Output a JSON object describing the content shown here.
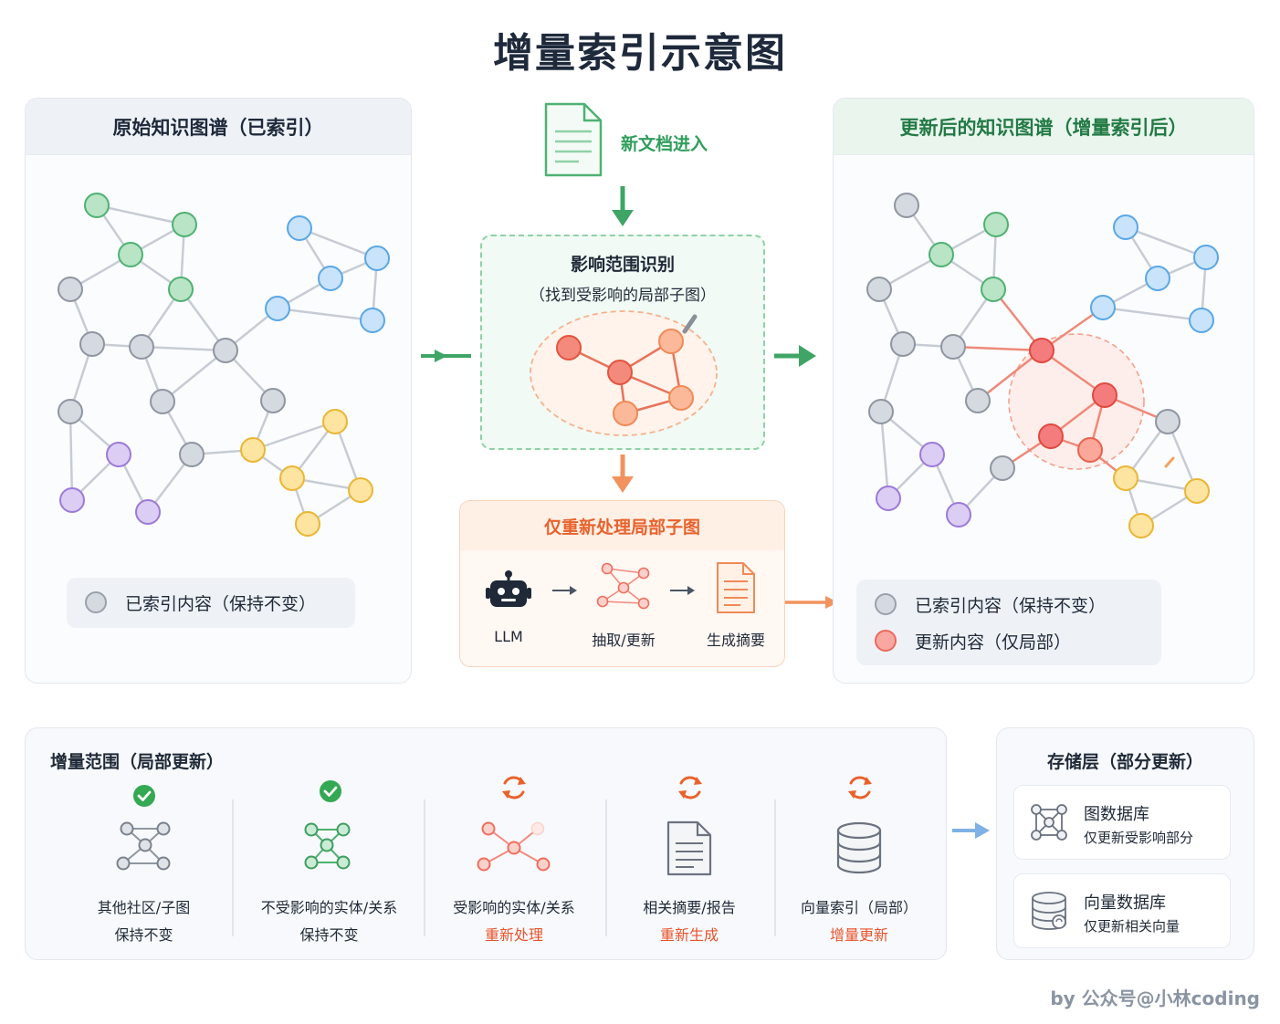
{
  "title": "增量索引示意图",
  "left_panel": {
    "title": "原始知识图谱（已索引）",
    "legend": [
      {
        "label": "已索引内容（保持不变）",
        "color": "#c9cdd4"
      }
    ]
  },
  "right_panel": {
    "title": "更新后的知识图谱（增量索引后）",
    "legend": [
      {
        "label": "已索引内容（保持不变）",
        "color": "#c9cdd4"
      },
      {
        "label": "更新内容（仅局部）",
        "color": "#f47c7c"
      }
    ]
  },
  "new_doc": {
    "label": "新文档进入"
  },
  "impact": {
    "title": "影响范围识别",
    "subtitle": "（找到受影响的局部子图）"
  },
  "reprocess": {
    "title": "仅重新处理局部子图",
    "steps": [
      {
        "label": "LLM",
        "icon": "robot-icon"
      },
      {
        "label": "抽取/更新",
        "icon": "subgraph-icon"
      },
      {
        "label": "生成摘要",
        "icon": "summary-doc-icon"
      }
    ]
  },
  "scope": {
    "title": "增量范围（局部更新）",
    "items": [
      {
        "label": "其他社区/子图",
        "status": "保持不变",
        "kind": "keep",
        "icon": "check-icon"
      },
      {
        "label": "不受影响的实体/关系",
        "status": "保持不变",
        "kind": "keep",
        "icon": "check-icon"
      },
      {
        "label": "受影响的实体/关系",
        "status": "重新处理",
        "kind": "update",
        "icon": "refresh-icon"
      },
      {
        "label": "相关摘要/报告",
        "status": "重新生成",
        "kind": "update",
        "icon": "refresh-icon"
      },
      {
        "label": "向量索引（局部）",
        "status": "增量更新",
        "kind": "update",
        "icon": "refresh-icon"
      }
    ]
  },
  "storage": {
    "title": "存储层（部分更新）",
    "items": [
      {
        "name": "图数据库",
        "desc": "仅更新受影响部分",
        "icon": "graph-db-icon"
      },
      {
        "name": "向量数据库",
        "desc": "仅更新相关向量",
        "icon": "vector-db-icon"
      }
    ]
  },
  "colors": {
    "green": "#2f9e5b",
    "orange": "#e8622c",
    "gray_node": "#d5d9e0",
    "green_node": "#b9e4c6",
    "blue_node": "#c9e3fa",
    "purple_node": "#dccdf4",
    "yellow_node": "#fde4a1",
    "red_node": "#f7a39a"
  },
  "watermark": "by 公众号@小林coding"
}
